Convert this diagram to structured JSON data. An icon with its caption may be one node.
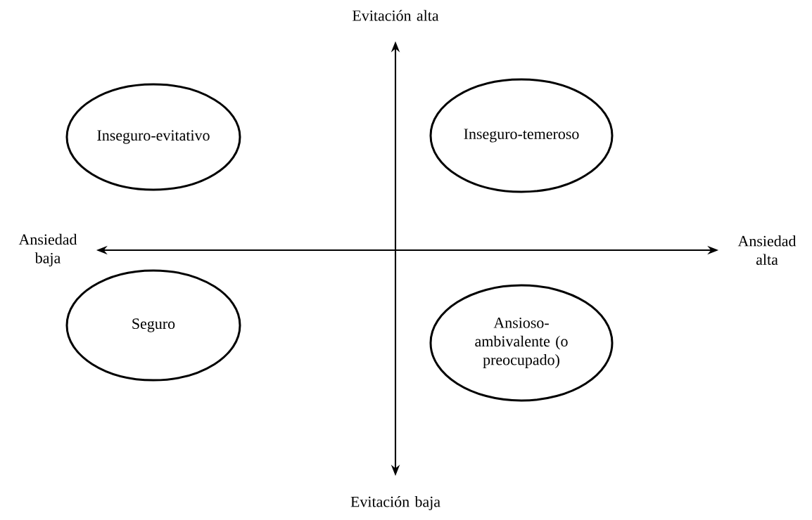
{
  "diagram": {
    "nodes": [
      {
        "text": [
          "Inseguro-evitativo"
        ]
      },
      {
        "text": [
          "Inseguro-temeroso"
        ]
      },
      {
        "text": [
          "Seguro"
        ]
      },
      {
        "text": [
          "Ansioso- ambivalente (o preocupado)"
        ]
      },
      {
        "text": [
          "Evitación alta"
        ]
      },
      {
        "text": [
          "Evitación baja"
        ]
      },
      {
        "text": [
          "Ansiedad baja"
        ]
      },
      {
        "text": [
          "Ansiedad alta"
        ]
      }
    ],
    "edges": [
      {
        "from": 4,
        "to": 5,
        "arrow": "both"
      },
      {
        "from": 6,
        "to": 7,
        "arrow": "both"
      }
    ]
  }
}
